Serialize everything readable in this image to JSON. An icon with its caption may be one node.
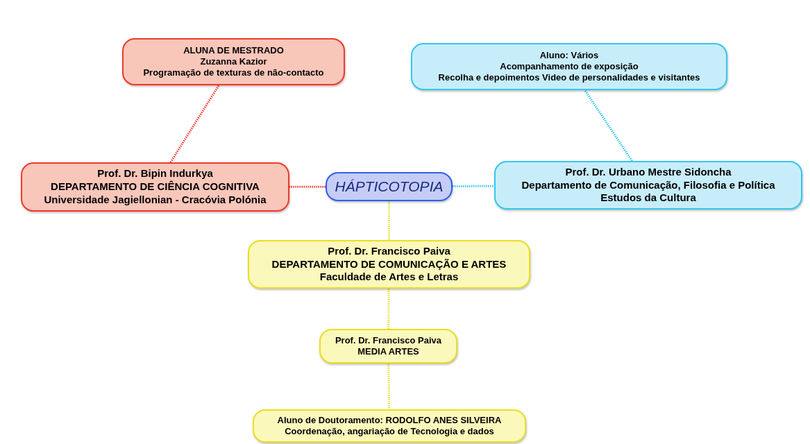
{
  "diagram": {
    "nodes": [
      {
        "text": [
          "HÁPTICOTOPIA"
        ]
      },
      {
        "text": [
          "ALUNA DE MESTRADO",
          "Zuzanna Kazior",
          "Programação de texturas de não-contacto"
        ]
      },
      {
        "text": [
          "Prof. Dr. Bipin Indurkya",
          "DEPARTAMENTO  DE CIÊNCIA COGNITIVA",
          "Universidade Jagiellonian - Cracóvia Polónia"
        ]
      },
      {
        "text": [
          "Aluno: Vários",
          "Acompanhamento de exposição",
          "Recolha e depoimentos Video de personalidades e visitantes"
        ]
      },
      {
        "text": [
          "Prof. Dr. Urbano Mestre Sidoncha",
          "Departamento de Comunicação, Filosofia e Política",
          "Estudos da Cultura"
        ]
      },
      {
        "text": [
          "Prof. Dr. Francisco Paiva",
          "DEPARTAMENTO DE COMUNICAÇÃO E ARTES",
          "Faculdade de Artes e Letras"
        ]
      },
      {
        "text": [
          "Prof. Dr. Francisco Paiva",
          "MEDIA ARTES"
        ]
      },
      {
        "text": [
          "Aluno de Doutoramento: RODOLFO ANES SILVEIRA",
          "Coordenação, angariação de Tecnologia e dados"
        ]
      }
    ],
    "edges": [
      {
        "from": 0,
        "to": 2,
        "arrow": "none",
        "color": "#f03a2a"
      },
      {
        "from": 2,
        "to": 1,
        "arrow": "none",
        "color": "#f03a2a"
      },
      {
        "from": 0,
        "to": 4,
        "arrow": "none",
        "color": "#33c8f0"
      },
      {
        "from": 4,
        "to": 3,
        "arrow": "none",
        "color": "#33c8f0"
      },
      {
        "from": 0,
        "to": 5,
        "arrow": "none"
      },
      {
        "from": 5,
        "to": 6,
        "arrow": "none"
      },
      {
        "from": 6,
        "to": 7,
        "arrow": "none"
      }
    ]
  }
}
